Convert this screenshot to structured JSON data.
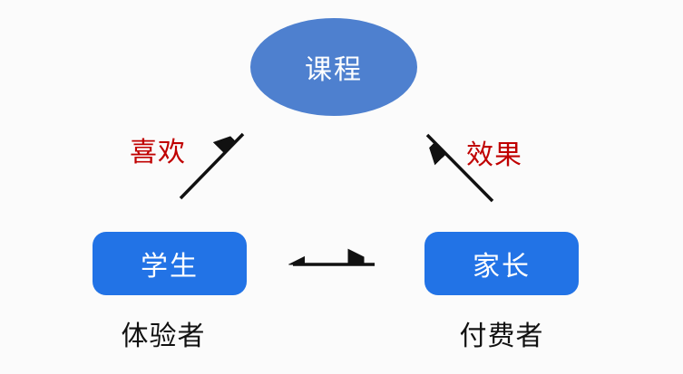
{
  "diagram": {
    "background_color": "#FBFBFB",
    "nodes": {
      "course": {
        "label": "课程",
        "shape": "ellipse",
        "fill": "#4E80CF",
        "text_color": "#FFFFFF"
      },
      "student": {
        "label": "学生",
        "shape": "rounded-rect",
        "fill": "#2273E6",
        "text_color": "#FFFFFF",
        "role_label": "体验者"
      },
      "parent": {
        "label": "家长",
        "shape": "rounded-rect",
        "fill": "#2273E6",
        "text_color": "#FFFFFF",
        "role_label": "付费者"
      }
    },
    "edges": [
      {
        "from": "student",
        "to": "course",
        "label": "喜欢",
        "label_color": "#C00000",
        "direction": "one-way",
        "arrow_color": "#111111"
      },
      {
        "from": "parent",
        "to": "course",
        "label": "效果",
        "label_color": "#C00000",
        "direction": "one-way",
        "arrow_color": "#111111"
      },
      {
        "from": "student",
        "to": "parent",
        "label": "",
        "label_color": "",
        "direction": "two-way",
        "arrow_color": "#111111"
      }
    ]
  }
}
